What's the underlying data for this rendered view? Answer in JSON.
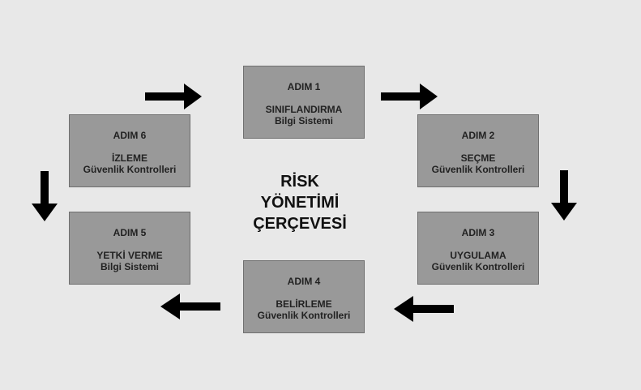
{
  "diagram": {
    "title_lines": [
      "RİSK",
      "YÖNETİMİ",
      "ÇERÇEVESİ"
    ],
    "steps": [
      {
        "number": "ADIM 1",
        "name": "SINIFLANDIRMA",
        "subtitle": "Bilgi Sistemi"
      },
      {
        "number": "ADIM 2",
        "name": "SEÇME",
        "subtitle": "Güvenlik Kontrolleri"
      },
      {
        "number": "ADIM 3",
        "name": "UYGULAMA",
        "subtitle": "Güvenlik Kontrolleri"
      },
      {
        "number": "ADIM 4",
        "name": "BELİRLEME",
        "subtitle": "Güvenlik Kontrolleri"
      },
      {
        "number": "ADIM 5",
        "name": "YETKİ VERME",
        "subtitle": "Bilgi Sistemi"
      },
      {
        "number": "ADIM 6",
        "name": "İZLEME",
        "subtitle": "Güvenlik Kontrolleri"
      }
    ]
  },
  "colors": {
    "background": "#e8e8e8",
    "box_fill": "#999999",
    "box_border": "#6f6f6f",
    "arrow": "#000000"
  }
}
